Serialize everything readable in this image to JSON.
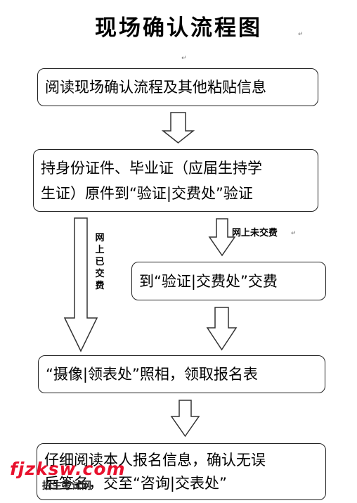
{
  "title": "现场确认流程图",
  "box1": "阅读现场确认流程及其他粘贴信息",
  "box2_line1": "持身份证件、毕业证（应届生持学",
  "box2_line2": "生证）原件到“验证|交费处”验证",
  "label_right": "网上未交费",
  "box3": "到“验证|交费处”交费",
  "label_left": "网上已交费",
  "box4": "“摄像|领表处”照相，领取报名表",
  "box5_line1": "仔细阅读本人报名信息，确认无误",
  "box5_line2": "后签名，交至“咨询|交表处”",
  "watermark": "fjzksw.com",
  "watermark_sub": "招生考试网",
  "colors": {
    "border": "#222222",
    "watermark": "#e8112d"
  }
}
